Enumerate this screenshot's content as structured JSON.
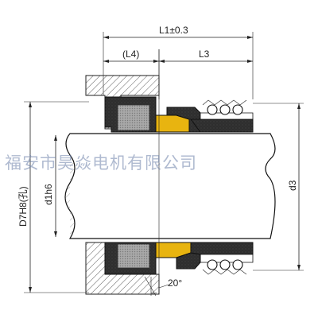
{
  "labels": {
    "l1": "L1±0.3",
    "l4": "(L4)",
    "l3": "L3",
    "d7h8": "D7H8(孔)",
    "d1h6": "d1h6",
    "d3": "d3",
    "angle": "20°"
  },
  "watermark": "福安市昊焱电机有限公司",
  "colors": {
    "seat_face": "#e8b410",
    "rubber": "#2b2b2b",
    "carbon_ring": "#9a9a9a",
    "housing_hatch": "#666666"
  }
}
